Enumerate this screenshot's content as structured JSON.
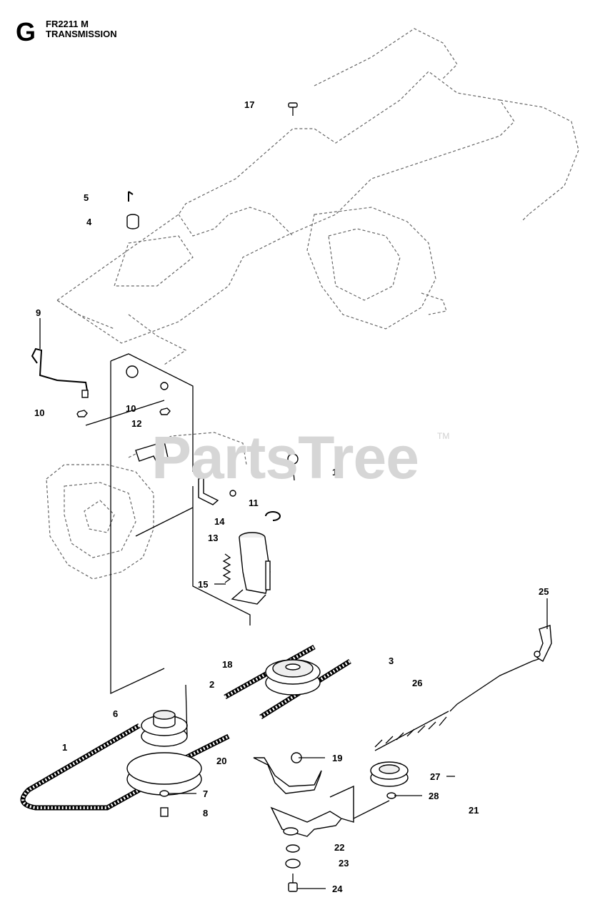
{
  "header": {
    "section_letter": "G",
    "model_code": "FR2211 M",
    "section_title": "TRANSMISSION"
  },
  "watermark": {
    "text": "PartsTree",
    "trademark": "TM"
  },
  "callouts": [
    {
      "number": "17"
    },
    {
      "number": "5"
    },
    {
      "number": "4"
    },
    {
      "number": "9"
    },
    {
      "number": "10"
    },
    {
      "number": "10"
    },
    {
      "number": "12"
    },
    {
      "number": "16"
    },
    {
      "number": "11"
    },
    {
      "number": "14"
    },
    {
      "number": "13"
    },
    {
      "number": "15"
    },
    {
      "number": "25"
    },
    {
      "number": "18"
    },
    {
      "number": "3"
    },
    {
      "number": "2"
    },
    {
      "number": "26"
    },
    {
      "number": "6"
    },
    {
      "number": "1"
    },
    {
      "number": "20"
    },
    {
      "number": "19"
    },
    {
      "number": "27"
    },
    {
      "number": "28"
    },
    {
      "number": "7"
    },
    {
      "number": "21"
    },
    {
      "number": "8"
    },
    {
      "number": "22"
    },
    {
      "number": "23"
    },
    {
      "number": "24"
    }
  ]
}
